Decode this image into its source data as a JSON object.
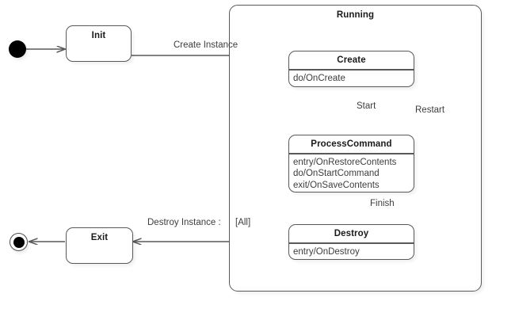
{
  "diagram": {
    "type": "uml-state-machine",
    "background": "#ffffff",
    "line_color": "#595959",
    "text_color": "#3d3d3d",
    "title_color": "#1a1a1a"
  },
  "composite": {
    "name": "Running"
  },
  "states": {
    "init": {
      "name": "Init"
    },
    "create": {
      "name": "Create",
      "actions": "do/OnCreate"
    },
    "process": {
      "name": "ProcessCommand",
      "actions": "entry/OnRestoreContents\ndo/OnStartCommand\nexit/OnSaveContents"
    },
    "destroy": {
      "name": "Destroy",
      "actions": "entry/OnDestroy"
    },
    "exit": {
      "name": "Exit"
    }
  },
  "transitions": {
    "create_instance": "Create Instance",
    "start": "Start",
    "restart": "Restart",
    "finish": "Finish",
    "destroy_instance": "Destroy Instance :",
    "destroy_instance_guard": "[All]"
  },
  "nodes": {
    "initial": "initial-state",
    "final": "final-state"
  }
}
